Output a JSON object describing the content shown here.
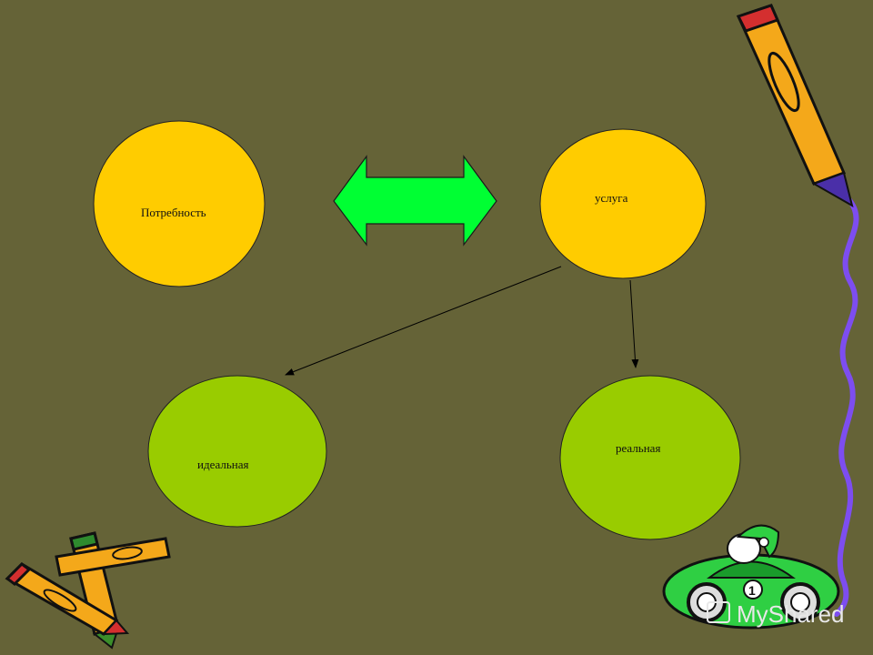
{
  "diagram": {
    "nodes": {
      "need": {
        "label": "Потребность",
        "color": "#ffcc00"
      },
      "service": {
        "label": "услуга",
        "color": "#ffcc00"
      },
      "ideal": {
        "label": "идеальная",
        "color": "#99cc00"
      },
      "real": {
        "label": "реальная",
        "color": "#99cc00"
      }
    },
    "double_arrow_color": "#00ff33"
  },
  "decorations": {
    "pencil_top_right": "pencil-icon",
    "pencils_bottom_left": "crossed-pencils-icon",
    "race_car": "race-car-icon",
    "car_number": "1"
  },
  "watermark": {
    "text": "MyShared"
  }
}
